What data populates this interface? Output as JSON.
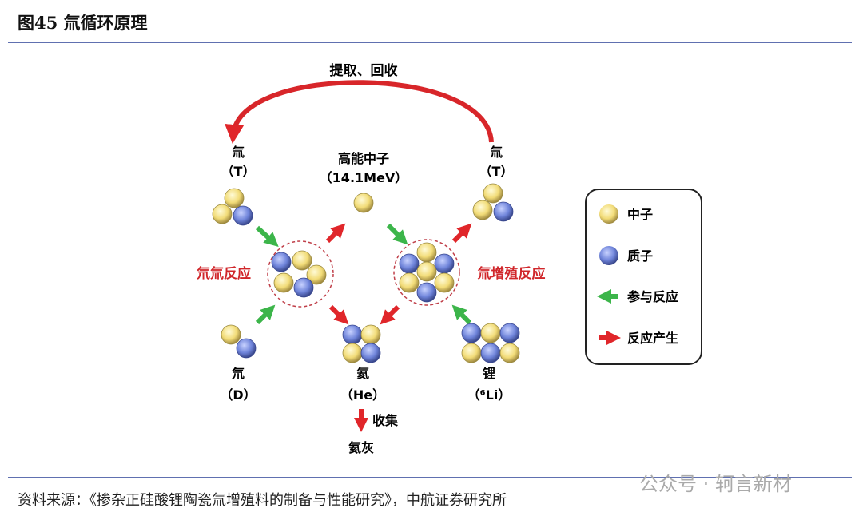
{
  "title": "图45 氚循环原理",
  "source": "资料来源：《掺杂正硅酸锂陶瓷氚增殖料的制备与性能研究》，中航证券研究所",
  "watermark": "公众号 · 轲言新材",
  "diagram": {
    "recycle": "提取、回收",
    "tritium_left": {
      "name": "氚",
      "symbol": "（T）"
    },
    "tritium_right": {
      "name": "氚",
      "symbol": "（T）"
    },
    "neutron": {
      "name": "高能中子",
      "energy": "（14.1MeV）"
    },
    "deuterium": {
      "name": "氘",
      "symbol": "（D）"
    },
    "helium": {
      "name": "氦",
      "symbol": "（He）"
    },
    "lithium": {
      "name": "锂",
      "symbol": "（⁶Li）"
    },
    "dt_reaction": "氘氚反应",
    "breeding_reaction": "氚增殖反应",
    "collect": "收集",
    "ash": "氦灰"
  },
  "legend": {
    "neutron": "中子",
    "proton": "质子",
    "participate": "参与反应",
    "produce": "反应产生"
  },
  "colors": {
    "neutron": "#f0dc78",
    "proton": "#7085d8",
    "green": "#3cb54a",
    "red": "#e0262a",
    "rule": "#6070b0"
  }
}
